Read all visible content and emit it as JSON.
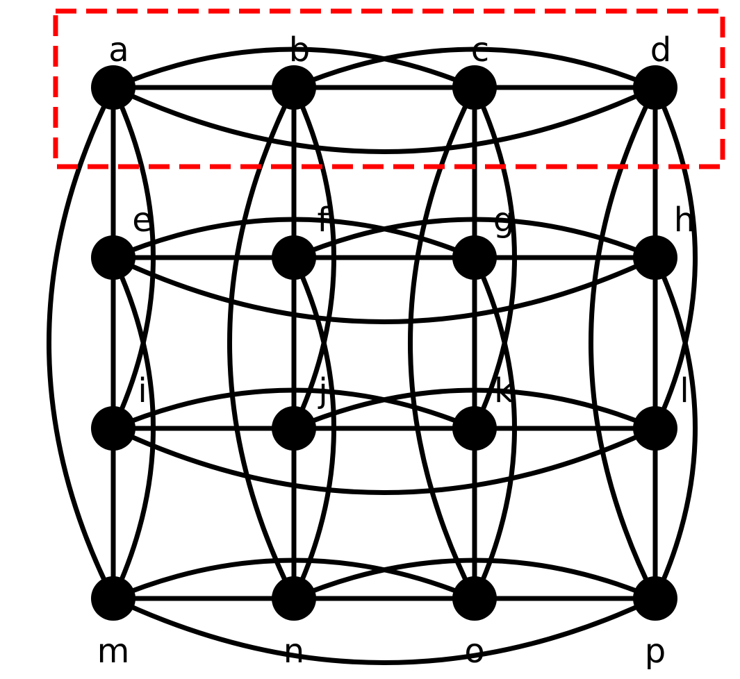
{
  "graph": {
    "nodes": [
      "a",
      "b",
      "c",
      "d",
      "e",
      "f",
      "g",
      "h",
      "i",
      "j",
      "k",
      "l",
      "m",
      "n",
      "o",
      "p"
    ],
    "grid": [
      [
        "a",
        "b",
        "c",
        "d"
      ],
      [
        "e",
        "f",
        "g",
        "h"
      ],
      [
        "i",
        "j",
        "k",
        "l"
      ],
      [
        "m",
        "n",
        "o",
        "p"
      ]
    ],
    "highlighted_group": [
      "a",
      "b",
      "c",
      "d"
    ],
    "edges": [
      [
        "a",
        "b"
      ],
      [
        "b",
        "c"
      ],
      [
        "c",
        "d"
      ],
      [
        "e",
        "f"
      ],
      [
        "f",
        "g"
      ],
      [
        "g",
        "h"
      ],
      [
        "i",
        "j"
      ],
      [
        "j",
        "k"
      ],
      [
        "k",
        "l"
      ],
      [
        "m",
        "n"
      ],
      [
        "n",
        "o"
      ],
      [
        "o",
        "p"
      ],
      [
        "a",
        "e"
      ],
      [
        "e",
        "i"
      ],
      [
        "i",
        "m"
      ],
      [
        "b",
        "f"
      ],
      [
        "f",
        "j"
      ],
      [
        "j",
        "n"
      ],
      [
        "c",
        "g"
      ],
      [
        "g",
        "k"
      ],
      [
        "k",
        "o"
      ],
      [
        "d",
        "h"
      ],
      [
        "h",
        "l"
      ],
      [
        "l",
        "p"
      ],
      [
        "a",
        "c"
      ],
      [
        "b",
        "d"
      ],
      [
        "a",
        "d"
      ],
      [
        "e",
        "g"
      ],
      [
        "f",
        "h"
      ],
      [
        "e",
        "h"
      ],
      [
        "i",
        "k"
      ],
      [
        "j",
        "l"
      ],
      [
        "i",
        "l"
      ],
      [
        "m",
        "o"
      ],
      [
        "n",
        "p"
      ],
      [
        "m",
        "p"
      ],
      [
        "a",
        "i"
      ],
      [
        "e",
        "m"
      ],
      [
        "a",
        "m"
      ],
      [
        "b",
        "j"
      ],
      [
        "f",
        "n"
      ],
      [
        "b",
        "n"
      ],
      [
        "c",
        "k"
      ],
      [
        "g",
        "o"
      ],
      [
        "c",
        "o"
      ],
      [
        "d",
        "l"
      ],
      [
        "h",
        "p"
      ],
      [
        "d",
        "p"
      ]
    ]
  },
  "colors": {
    "node": "#000000",
    "edge": "#000000",
    "highlight": "#ff0000"
  }
}
